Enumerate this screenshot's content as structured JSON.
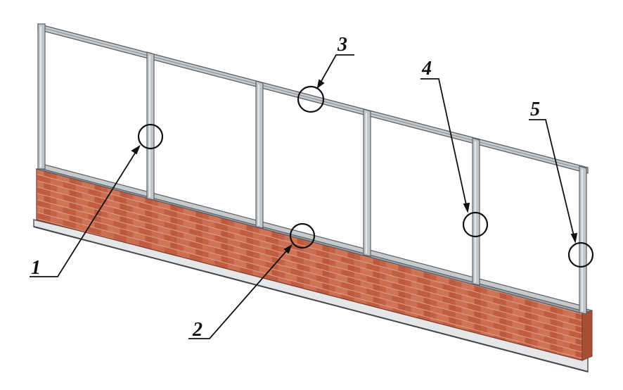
{
  "callouts": [
    {
      "id": "1",
      "label": "1"
    },
    {
      "id": "2",
      "label": "2"
    },
    {
      "id": "3",
      "label": "3"
    },
    {
      "id": "4",
      "label": "4"
    },
    {
      "id": "5",
      "label": "5"
    }
  ],
  "colors": {
    "brick": "#c8654a",
    "brick_dark": "#a94e36",
    "mortar": "#d9a08c",
    "frame": "#b9bcbf",
    "frame_edge": "#5d6166",
    "base": "#e6e8ea",
    "ink": "#111111"
  }
}
